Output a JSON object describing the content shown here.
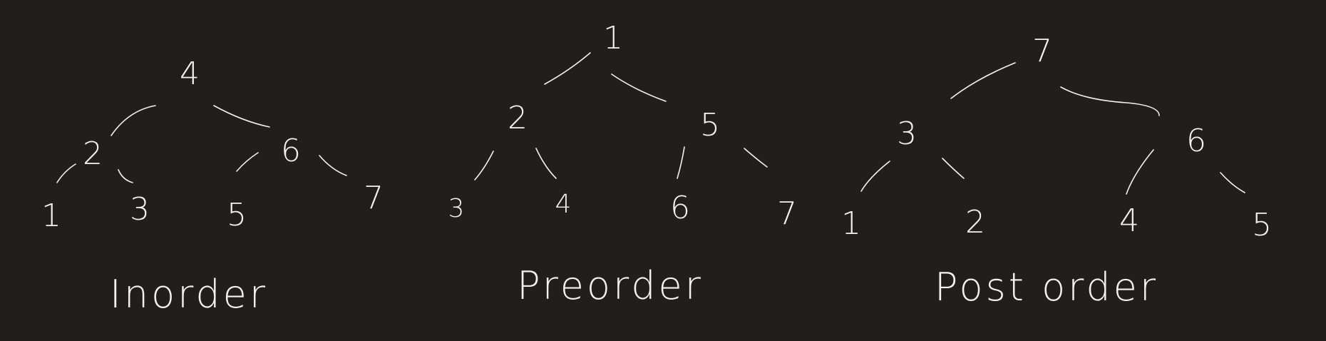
{
  "diagrams": [
    {
      "caption": "Inorder",
      "nodes": {
        "root": "4",
        "l": "2",
        "r": "6",
        "ll": "1",
        "lr": "3",
        "rl": "5",
        "rr": "7"
      }
    },
    {
      "caption": "Preorder",
      "nodes": {
        "root": "1",
        "l": "2",
        "r": "5",
        "ll": "3",
        "lr": "4",
        "rl": "6",
        "rr": "7"
      }
    },
    {
      "caption": "Post order",
      "nodes": {
        "root": "7",
        "l": "3",
        "r": "6",
        "ll": "1",
        "lr": "2",
        "rl": "4",
        "rr": "5"
      }
    }
  ],
  "colors": {
    "background": "#201f1e",
    "ink": "#f2f2f2"
  }
}
